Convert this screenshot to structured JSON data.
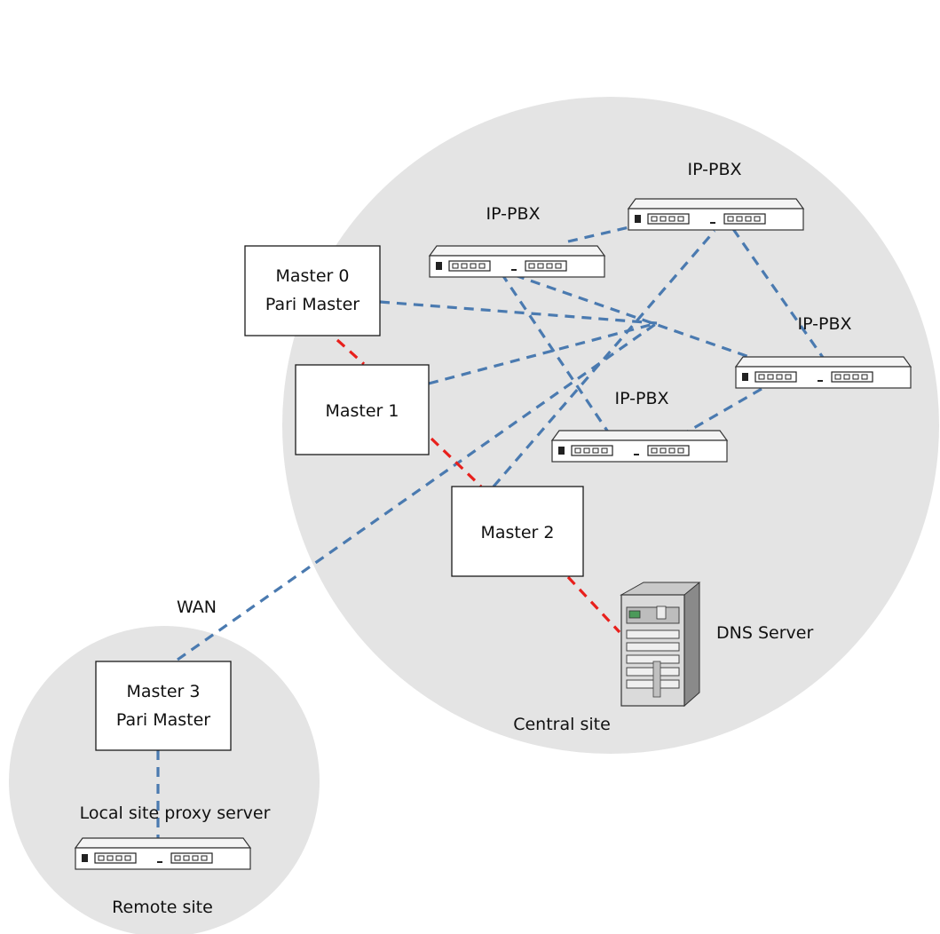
{
  "sites": {
    "central": "Central site",
    "remote": "Remote site"
  },
  "wan_label": "WAN",
  "masters": {
    "master0": {
      "line1": "Master 0",
      "line2": "Pari Master"
    },
    "master1": {
      "line1": "Master 1"
    },
    "master2": {
      "line1": "Master 2"
    },
    "master3": {
      "line1": "Master 3",
      "line2": "Pari Master"
    }
  },
  "pbx": {
    "pbx1": "IP-PBX",
    "pbx2": "IP-PBX",
    "pbx3": "IP-PBX",
    "pbx4": "IP-PBX"
  },
  "dns_server": "DNS Server",
  "proxy_label": "Local site proxy server",
  "colors": {
    "site_fill": "#e4e4e4",
    "link_blue": "#4a7ab0",
    "link_red": "#e8201c"
  },
  "icons": [
    "ip-pbx-switch-icon",
    "server-tower-icon",
    "proxy-switch-icon"
  ]
}
